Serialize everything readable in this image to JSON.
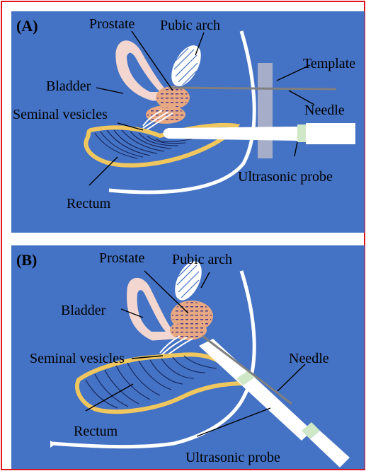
{
  "panel_a": {
    "panel_label": "(A)",
    "labels": {
      "prostate": "Prostate",
      "pubic_arch": "Pubic arch",
      "template": "Template",
      "bladder": "Bladder",
      "needle": "Needle",
      "seminal_vesicles": "Seminal vesicles",
      "ultrasonic_probe": "Ultrasonic probe",
      "rectum": "Rectum"
    }
  },
  "panel_b": {
    "panel_label": "(B)",
    "labels": {
      "prostate": "Prostate",
      "pubic_arch": "Pubic arch",
      "bladder": "Bladder",
      "needle": "Needle",
      "seminal_vesicles": "Seminal vesicles",
      "rectum": "Rectum",
      "ultrasonic_probe": "Ultrasonic probe"
    }
  },
  "colors": {
    "frame": "#e0141c",
    "background": "#4472c4",
    "bladder": "#f2d6cf",
    "prostate": "#e8a882",
    "rectum_outline": "#f0c75e",
    "probe": "#ffffff",
    "probe_tip": "#cfe8c8",
    "template": "#a6adc8"
  }
}
